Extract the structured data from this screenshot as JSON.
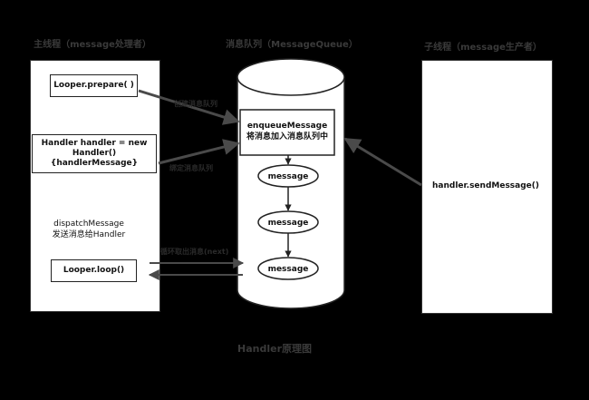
{
  "columns": {
    "main_thread": "主线程（message处理者）",
    "message_queue": "消息队列（MessageQueue）",
    "child_thread": "子线程（message生产者）"
  },
  "main": {
    "looper_prepare": "Looper.prepare( )",
    "handler_init": "Handler handler = new Handler() {handlerMessage}",
    "dispatch_line1": "dispatchMessage",
    "dispatch_line2": "发送消息给Handler",
    "looper_loop": "Looper.loop()"
  },
  "queue": {
    "enqueue_line1": "enqueueMessage",
    "enqueue_line2": "将消息加入消息队列中",
    "messages": [
      "message",
      "message",
      "message"
    ]
  },
  "child": {
    "send_message": "handler.sendMessage()"
  },
  "edges": {
    "create_queue": "创建消息队列",
    "bind_queue": "绑定消息队列",
    "loop_next": "循环取出消息(next)"
  },
  "caption": "Handler原理图",
  "colors": {
    "background": "#000000",
    "panel": "#ffffff",
    "arrow": "#4a4a4a"
  }
}
